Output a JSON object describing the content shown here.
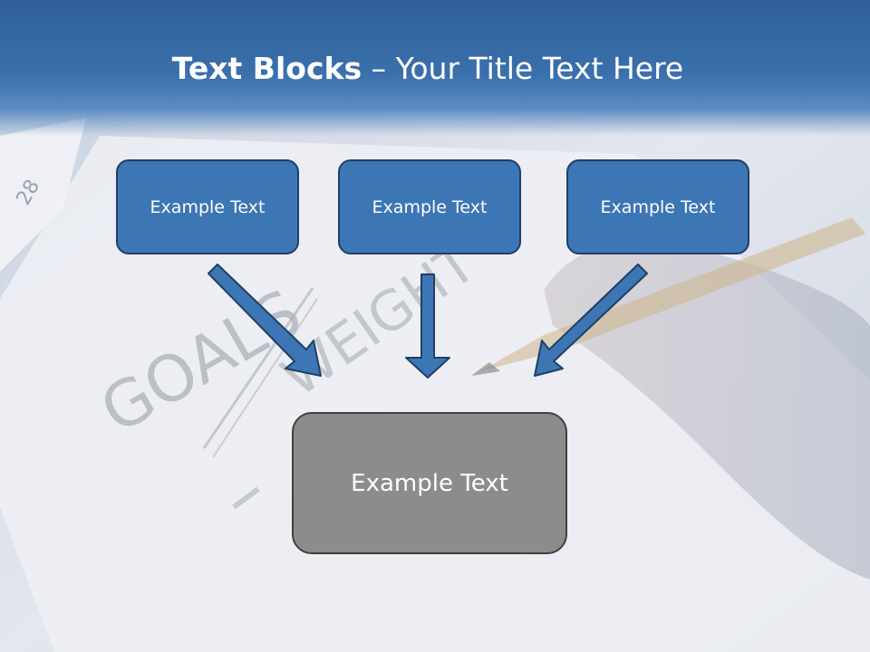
{
  "slide": {
    "title_bold": "Text Blocks",
    "title_dash": " – ",
    "title_rest": "Your Title Text Here"
  },
  "blocks": {
    "top": [
      {
        "label": "Example Text"
      },
      {
        "label": "Example Text"
      },
      {
        "label": "Example Text"
      }
    ],
    "bottom": {
      "label": "Example Text"
    }
  },
  "background": {
    "handwriting": [
      "GOALS",
      "WEIGHT",
      "28"
    ]
  },
  "colors": {
    "title_band": "#3a70ac",
    "top_block_fill": "#3d76b4",
    "top_block_border": "#1f3f66",
    "bottom_block_fill": "#8c8c8c",
    "bottom_block_border": "#404040",
    "arrow_fill": "#3d76b4",
    "arrow_stroke": "#1f3f66"
  },
  "icons": {
    "connector": "arrow-icon"
  }
}
